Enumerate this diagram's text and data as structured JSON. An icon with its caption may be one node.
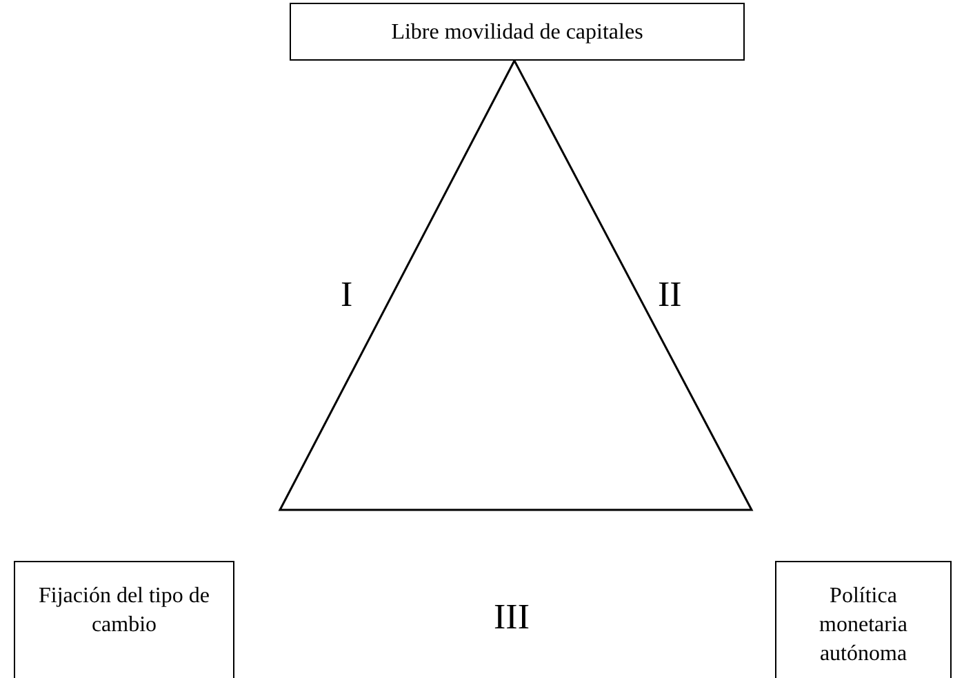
{
  "diagram": {
    "nodes": [
      {
        "text": [
          "Libre movilidad de capitales"
        ]
      },
      {
        "text": [
          "Fijación del tipo de cambio"
        ]
      },
      {
        "text": [
          "Política monetaria autónoma"
        ]
      }
    ],
    "labels": [
      "I",
      "II",
      "III"
    ]
  }
}
